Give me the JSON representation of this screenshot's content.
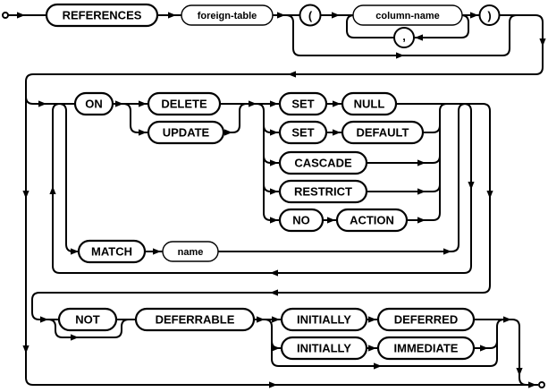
{
  "diagram": {
    "kind": "railroad-syntax-diagram",
    "colors": {
      "line": "#000000",
      "background": "#ffffff",
      "box_fill": "#ffffff",
      "text": "#000000"
    },
    "terminals": {
      "references": "REFERENCES",
      "open_paren": "(",
      "comma": ",",
      "close_paren": ")",
      "on": "ON",
      "delete": "DELETE",
      "update": "UPDATE",
      "set1": "SET",
      "null": "NULL",
      "set2": "SET",
      "default": "DEFAULT",
      "cascade": "CASCADE",
      "restrict": "RESTRICT",
      "no": "NO",
      "action": "ACTION",
      "match": "MATCH",
      "not": "NOT",
      "deferrable": "DEFERRABLE",
      "initially1": "INITIALLY",
      "deferred": "DEFERRED",
      "initially2": "INITIALLY",
      "immediate": "IMMEDIATE"
    },
    "nonterminals": {
      "foreign_table": "foreign-table",
      "column_name": "column-name",
      "name": "name"
    },
    "structure": {
      "sequence": [
        "REFERENCES foreign-table",
        "optional: ( column-name [, column-name ...] )",
        "repeatable: ON DELETE|UPDATE action, or MATCH name",
        "optional: [NOT] DEFERRABLE [INITIALLY DEFERRED | INITIALLY IMMEDIATE]"
      ],
      "on_actions": [
        "SET NULL",
        "SET DEFAULT",
        "CASCADE",
        "RESTRICT",
        "NO ACTION"
      ]
    }
  }
}
